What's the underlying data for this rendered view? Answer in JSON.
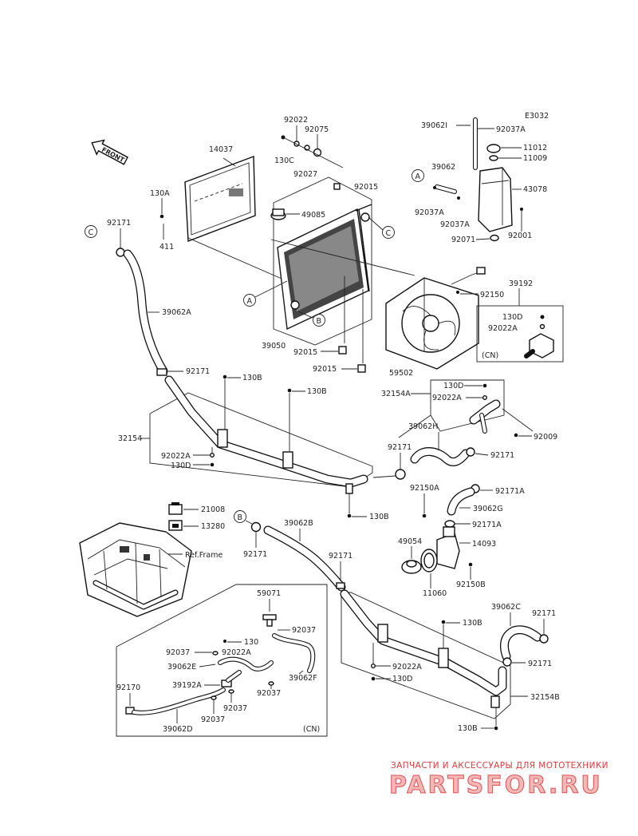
{
  "code": "E3032",
  "front_label": "FRONT",
  "ref_frame": "Ref.Frame",
  "cn_label": "(CN)",
  "callouts": [
    "A",
    "B",
    "C"
  ],
  "parts": [
    {
      "id": "p14037",
      "label": "14037"
    },
    {
      "id": "p130A",
      "label": "130A"
    },
    {
      "id": "p411",
      "label": "411"
    },
    {
      "id": "p92022_top",
      "label": "92022"
    },
    {
      "id": "p92075",
      "label": "92075"
    },
    {
      "id": "p130C",
      "label": "130C"
    },
    {
      "id": "p92027",
      "label": "92027"
    },
    {
      "id": "p92015_a",
      "label": "92015"
    },
    {
      "id": "p49085",
      "label": "49085"
    },
    {
      "id": "p39050",
      "label": "39050"
    },
    {
      "id": "p92015_b",
      "label": "92015"
    },
    {
      "id": "p92015_c",
      "label": "92015"
    },
    {
      "id": "p39062I",
      "label": "39062I"
    },
    {
      "id": "p92037A_a",
      "label": "92037A"
    },
    {
      "id": "p11012",
      "label": "11012"
    },
    {
      "id": "p11009",
      "label": "11009"
    },
    {
      "id": "p39062_tank",
      "label": "39062"
    },
    {
      "id": "p43078",
      "label": "43078"
    },
    {
      "id": "p92037A_b",
      "label": "92037A"
    },
    {
      "id": "p92037A_c",
      "label": "92037A"
    },
    {
      "id": "p92001",
      "label": "92001"
    },
    {
      "id": "p92071",
      "label": "92071"
    },
    {
      "id": "p92150",
      "label": "92150"
    },
    {
      "id": "p59502",
      "label": "59502"
    },
    {
      "id": "p39192",
      "label": "39192"
    },
    {
      "id": "p130D_cn",
      "label": "130D"
    },
    {
      "id": "p92022A_cn",
      "label": "92022A"
    },
    {
      "id": "p92171_c",
      "label": "92171"
    },
    {
      "id": "p39062A",
      "label": "39062A"
    },
    {
      "id": "p92171_mid",
      "label": "92171"
    },
    {
      "id": "p130B_a",
      "label": "130B"
    },
    {
      "id": "p130B_b",
      "label": "130B"
    },
    {
      "id": "p32154",
      "label": "32154"
    },
    {
      "id": "p92022A_l",
      "label": "92022A"
    },
    {
      "id": "p130D_l",
      "label": "130D"
    },
    {
      "id": "p32154A",
      "label": "32154A"
    },
    {
      "id": "p130D_r",
      "label": "130D"
    },
    {
      "id": "p92022A_r",
      "label": "92022A"
    },
    {
      "id": "p92009",
      "label": "92009"
    },
    {
      "id": "p39062H",
      "label": "39062H"
    },
    {
      "id": "p92171_h",
      "label": "92171"
    },
    {
      "id": "p92171_r",
      "label": "92171"
    },
    {
      "id": "p92150A",
      "label": "92150A"
    },
    {
      "id": "p92171A_a",
      "label": "92171A"
    },
    {
      "id": "p39062G",
      "label": "39062G"
    },
    {
      "id": "p92171A_b",
      "label": "92171A"
    },
    {
      "id": "p130B_c",
      "label": "130B"
    },
    {
      "id": "p21008",
      "label": "21008"
    },
    {
      "id": "p13280",
      "label": "13280"
    },
    {
      "id": "p92171_b",
      "label": "92171"
    },
    {
      "id": "p39062B",
      "label": "39062B"
    },
    {
      "id": "p49054",
      "label": "49054"
    },
    {
      "id": "p14093",
      "label": "14093"
    },
    {
      "id": "p11060",
      "label": "11060"
    },
    {
      "id": "p92150B",
      "label": "92150B"
    },
    {
      "id": "p92171_low",
      "label": "92171"
    },
    {
      "id": "p59071",
      "label": "59071"
    },
    {
      "id": "p92037_a",
      "label": "92037"
    },
    {
      "id": "p92037_b",
      "label": "92037"
    },
    {
      "id": "p130",
      "label": "130"
    },
    {
      "id": "p92022A_cn2",
      "label": "92022A"
    },
    {
      "id": "p39062E",
      "label": "39062E"
    },
    {
      "id": "p39062F",
      "label": "39062F"
    },
    {
      "id": "p39192A",
      "label": "39192A"
    },
    {
      "id": "p92037_c",
      "label": "92037"
    },
    {
      "id": "p92037_d",
      "label": "92037"
    },
    {
      "id": "p92170",
      "label": "92170"
    },
    {
      "id": "p92037_e",
      "label": "92037"
    },
    {
      "id": "p39062D",
      "label": "39062D"
    },
    {
      "id": "p39062C",
      "label": "39062C"
    },
    {
      "id": "p92171_lr",
      "label": "92171"
    },
    {
      "id": "p92171_lr2",
      "label": "92171"
    },
    {
      "id": "p130B_d",
      "label": "130B"
    },
    {
      "id": "p92022A_low",
      "label": "92022A"
    },
    {
      "id": "p130D_low",
      "label": "130D"
    },
    {
      "id": "p32154B",
      "label": "32154B"
    },
    {
      "id": "p130B_e",
      "label": "130B"
    }
  ],
  "watermark": {
    "tagline": "ЗАПЧАСТИ И АКСЕССУАРЫ ДЛЯ МОТОТЕХНИКИ",
    "logo": "PARTSFOR.RU"
  }
}
